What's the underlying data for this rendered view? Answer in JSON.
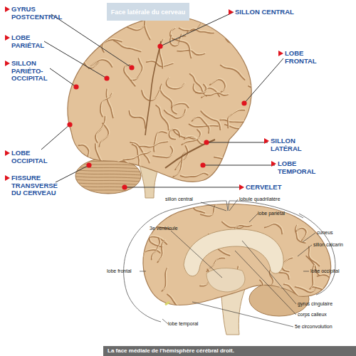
{
  "diagram": {
    "title": "Face latérale du cerveau",
    "caption": "La face médiale de l'hémisphère cérébral droit.",
    "labels": [
      "GYRUS POSTCENTRAL",
      "LOBE PARIÉTAL",
      "SILLON PARIÉTO-OCCIPITAL",
      "LOBE OCCIPITAL",
      "FISSURE TRANSVERSE DU CERVEAU",
      "SILLON CENTRAL",
      "LOBE FRONTAL",
      "SILLON LATÉRAL",
      "LOBE TEMPORAL",
      "CERVELET",
      "sillon central",
      "lobule quadrilatère",
      "lobe pariétal",
      "cuneus",
      "sillon calcarin",
      "3e ventricule",
      "lobe frontal",
      "lobe occipital",
      "gyrus cingulaire",
      "corps calleux",
      "lobe temporal",
      "5e circonvolution"
    ]
  }
}
